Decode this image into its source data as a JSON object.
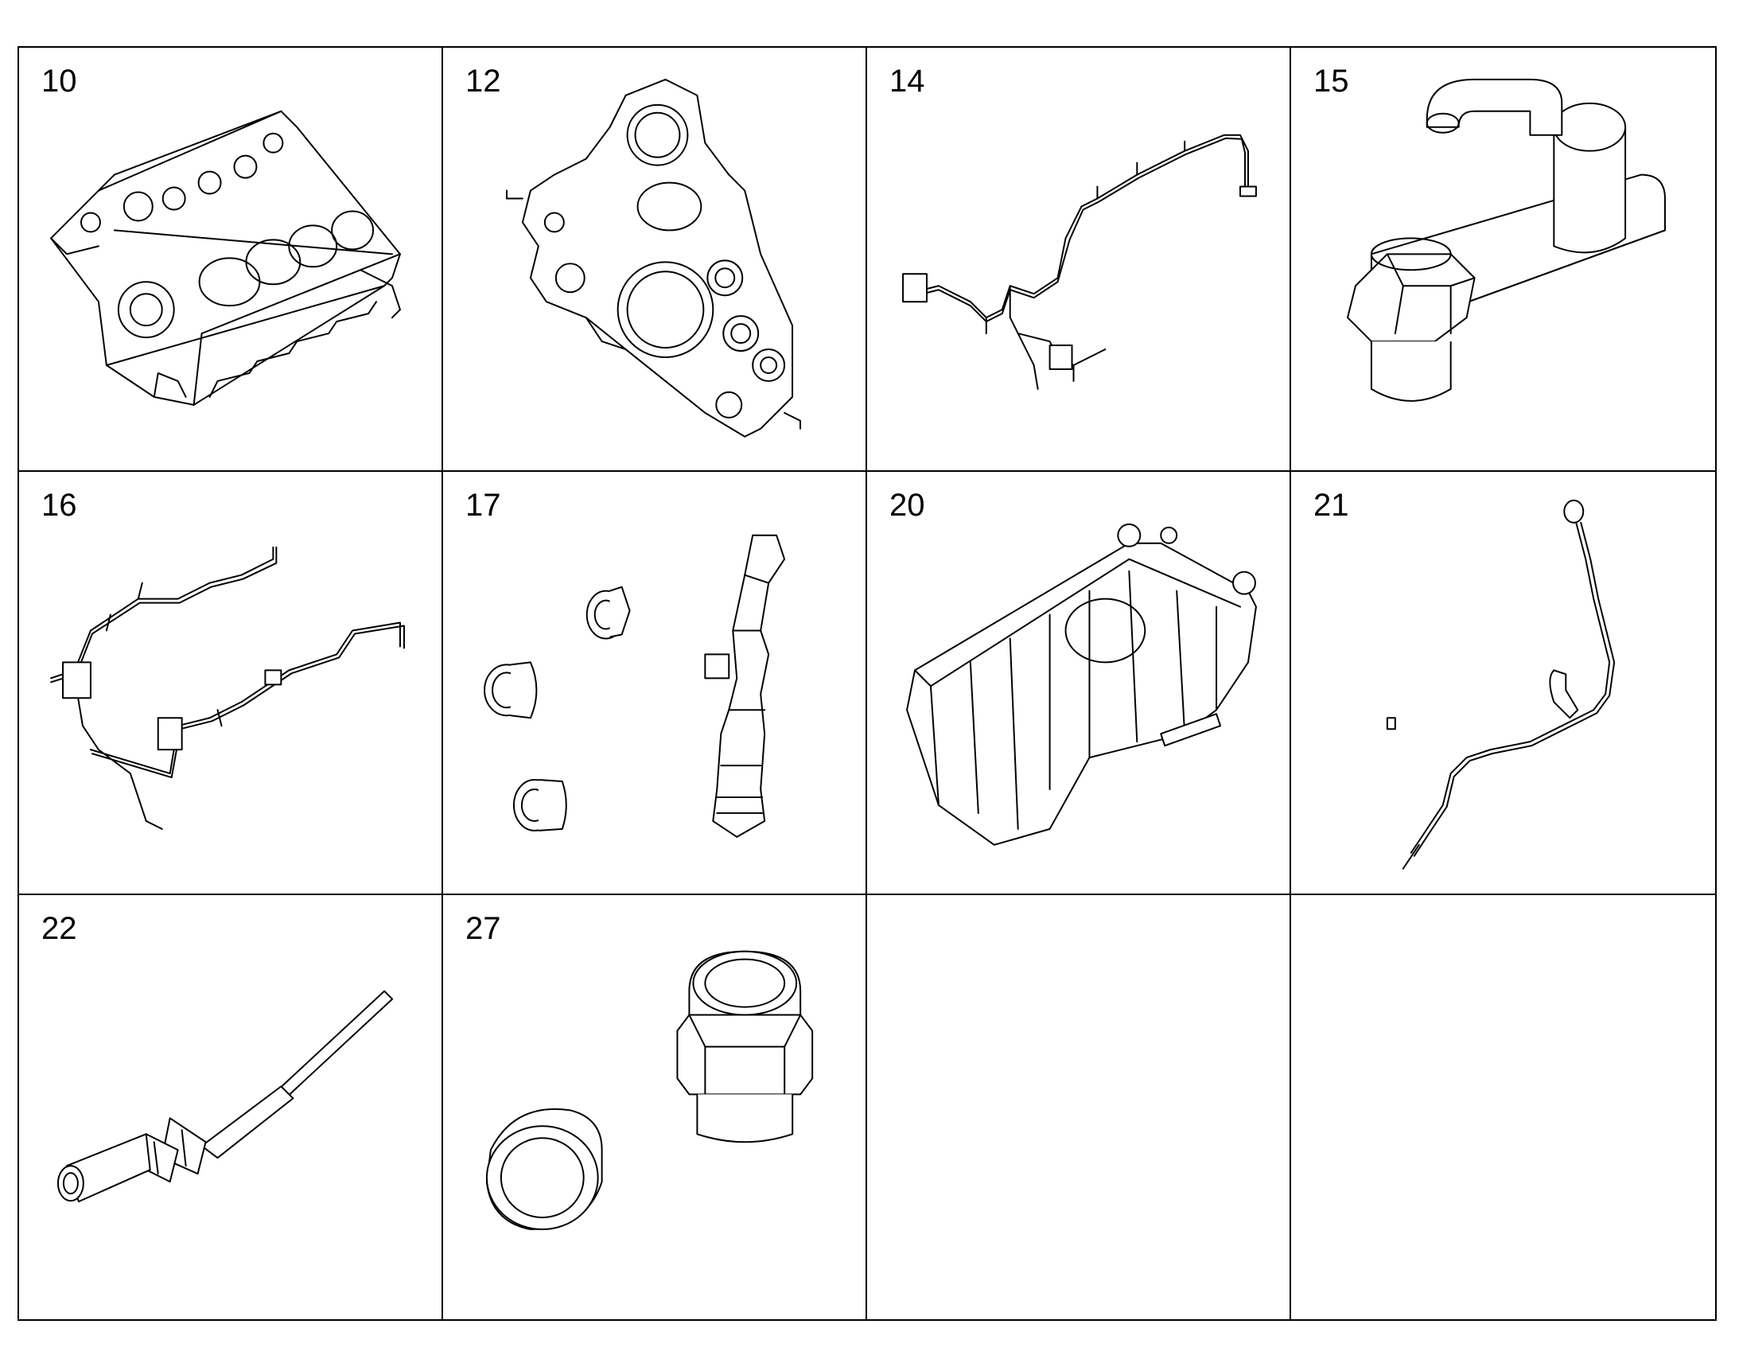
{
  "parts": [
    {
      "number": "10",
      "icon": "engine-block-icon"
    },
    {
      "number": "12",
      "icon": "timing-cover-icon"
    },
    {
      "number": "14",
      "icon": "wiring-harness-icon"
    },
    {
      "number": "15",
      "icon": "oil-cooler-icon"
    },
    {
      "number": "16",
      "icon": "harness-assembly-icon"
    },
    {
      "number": "17",
      "icon": "plugs-and-tube-icon"
    },
    {
      "number": "20",
      "icon": "oil-pan-icon"
    },
    {
      "number": "21",
      "icon": "dipstick-icon"
    },
    {
      "number": "22",
      "icon": "sensor-probe-icon"
    },
    {
      "number": "27",
      "icon": "threaded-plugs-icon"
    },
    {
      "number": "",
      "icon": ""
    },
    {
      "number": "",
      "icon": ""
    }
  ]
}
